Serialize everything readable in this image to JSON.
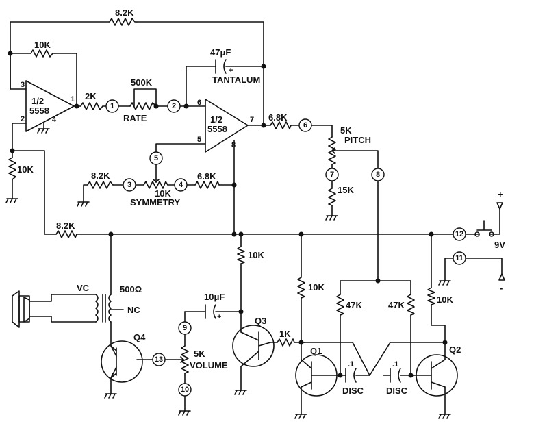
{
  "components": {
    "r_fb_top": "8.2K",
    "r_fb_u1": "10K",
    "u1_label1": "1/2",
    "u1_label2": "5558",
    "u1_pin1": "1",
    "u1_pin2": "2",
    "u1_pin3": "3",
    "u1_pin4": "4",
    "r_2k": "2K",
    "pot_rate_value": "500K",
    "pot_rate_name": "RATE",
    "cap_47uf": "47μF",
    "cap_47uf_type": "TANTALUM",
    "u2_label1": "1/2",
    "u2_label2": "5558",
    "u2_pin5": "5",
    "u2_pin6": "6",
    "u2_pin7": "7",
    "u2_pin8": "8",
    "r_68k_out": "6.8K",
    "pot_pitch_value": "5K",
    "pot_pitch_name": "PITCH",
    "r_15k": "15K",
    "r_10k_left": "10K",
    "r_82k_sym": "8.2K",
    "pot_sym_value": "10K",
    "pot_sym_name": "SYMMETRY",
    "r_68k_sym": "6.8K",
    "r_82k_rail": "8.2K",
    "transformer_primary": "500Ω",
    "transformer_secondary": "VC",
    "transformer_nc": "NC",
    "q4": "Q4",
    "r_10k_q3": "10K",
    "cap_10uf": "10μF",
    "pot_vol_value": "5K",
    "pot_vol_name": "VOLUME",
    "q3": "Q3",
    "r_1k": "1K",
    "r_10k_q1": "10K",
    "r_47k_a": "47K",
    "r_47k_b": "47K",
    "r_10k_q2": "10K",
    "q1": "Q1",
    "q2": "Q2",
    "cap_disc_a": "DISC",
    "cap_disc_b": "DISC",
    "cap_disc_a_val": ".1",
    "cap_disc_b_val": ".1",
    "battery": "9V",
    "plus": "+",
    "minus": "-"
  },
  "nodes": [
    "1",
    "2",
    "3",
    "4",
    "5",
    "6",
    "7",
    "8",
    "9",
    "10",
    "11",
    "12",
    "13"
  ]
}
